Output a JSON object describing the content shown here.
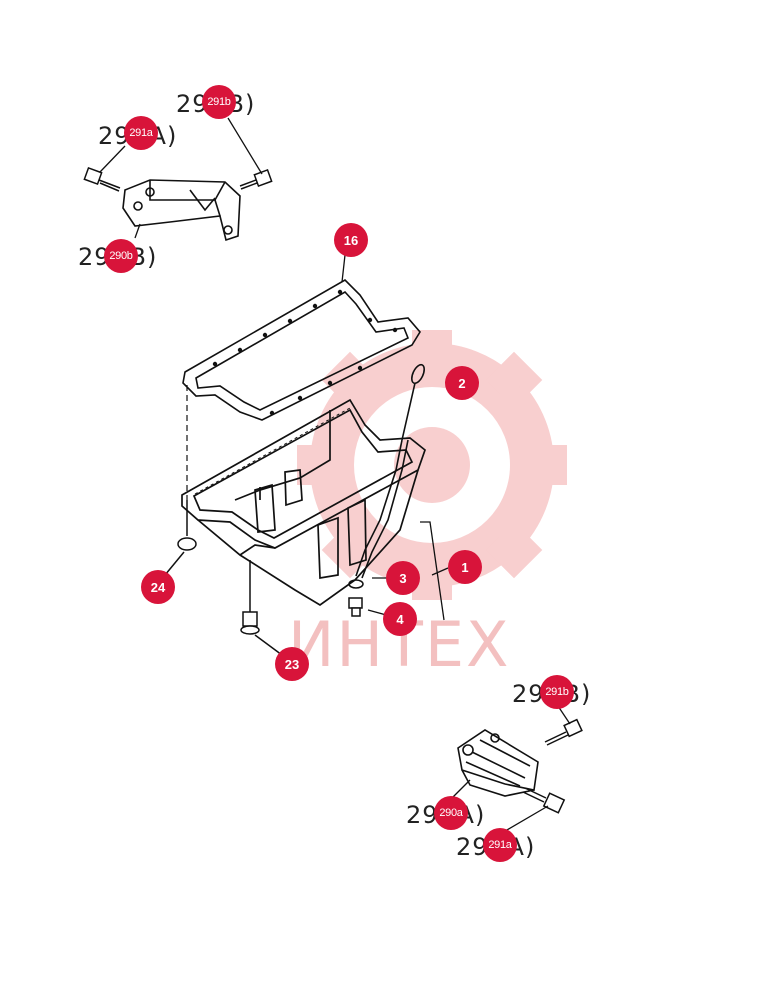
{
  "watermark": {
    "text": "ИНТЕХ",
    "color": "#f3c0c0"
  },
  "accent_color": "#d8143a",
  "legacy_labels": {
    "top_291b": "29  (B)",
    "top_291a": "29  (A)",
    "top_290b": "29  (B)",
    "bot_291b": "29  (B)",
    "bot_290a": "29  (A)",
    "bot_291a": "29  (A)"
  },
  "callouts": {
    "c291b_top": "291b",
    "c291a_top": "291a",
    "c290b_top": "290b",
    "c16": "16",
    "c2": "2",
    "c1": "1",
    "c3": "3",
    "c4": "4",
    "c24": "24",
    "c23": "23",
    "c291b_bot": "291b",
    "c290a_bot": "290a",
    "c291a_bot": "291a"
  }
}
